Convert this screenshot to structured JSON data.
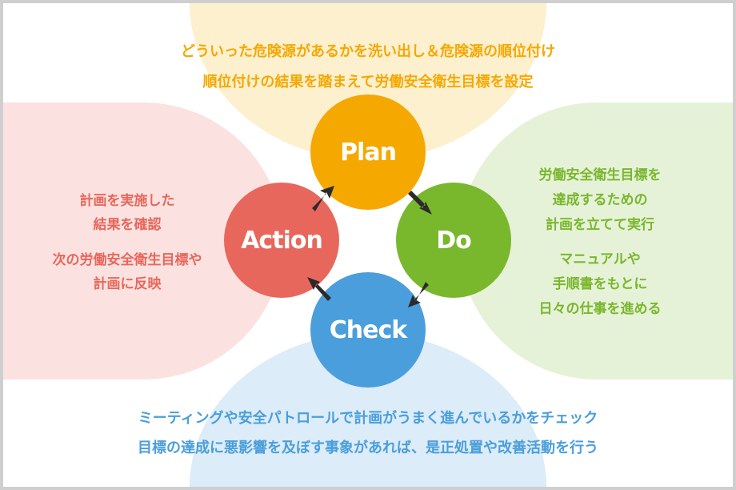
{
  "colors": {
    "plan": "#f5a800",
    "do": "#79b72d",
    "check": "#4a9edb",
    "action": "#e8675c",
    "plan_bg": "#fdf0cf",
    "do_bg": "#e6f2d8",
    "check_bg": "#dcecf9",
    "action_bg": "#fbe2e0",
    "arrow": "#2b2b2b"
  },
  "cycle": {
    "plan": "Plan",
    "do": "Do",
    "check": "Check",
    "action": "Action"
  },
  "plan_text": [
    "どういった危険源があるかを洗い出し＆危険源の順位付け",
    "順位付けの結果を踏まえて労働安全衛生目標を設定"
  ],
  "do_text": [
    "労働安全衛生目標を",
    "達成するための",
    "計画を立てて実行",
    "マニュアルや",
    "手順書をもとに",
    "日々の仕事を進める"
  ],
  "check_text": [
    "ミーティングや安全パトロールで計画がうまく進んでいるかをチェック",
    "目標の達成に悪影響を及ぼす事象があれば、是正処置や改善活動を行う"
  ],
  "action_text": [
    "計画を実施した",
    "結果を確認",
    "次の労働安全衛生目標や",
    "計画に反映"
  ]
}
